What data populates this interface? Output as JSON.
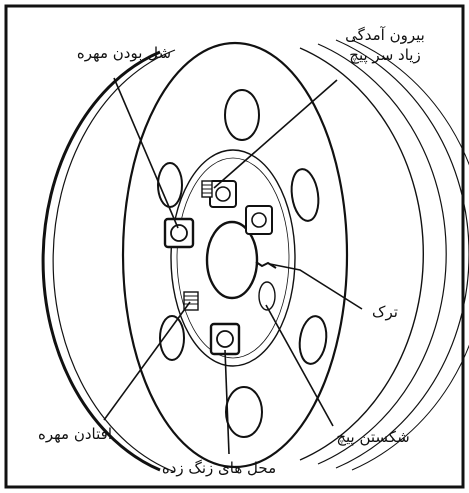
{
  "figure": {
    "labels": {
      "protruding_bolt": "بیرون آمدگی",
      "protruding_bolt_2": "زیاد سر پیچ",
      "loose_nut": "شل بودن مهره",
      "crack": "ترک",
      "missing_nut": "افتادن مهره",
      "broken_bolt": "شکستن پیچ",
      "rusted_area": "محل های زنگ زده"
    },
    "colors": {
      "ink": "#111111",
      "paper": "#ffffff"
    }
  }
}
